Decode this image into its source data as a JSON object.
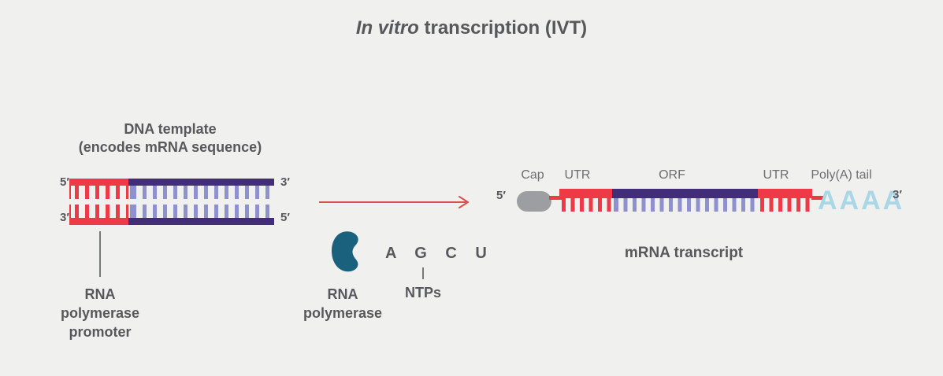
{
  "title": {
    "italic": "In vitro",
    "rest": " transcription (IVT)"
  },
  "dna": {
    "label": "DNA template\n(encodes mRNA sequence)",
    "top_left_end": "5′",
    "top_right_end": "3′",
    "bottom_left_end": "3′",
    "bottom_right_end": "5′",
    "promoter_label": "RNA\npolymerase\npromoter"
  },
  "reaction": {
    "polymerase_label": "RNA\npolymerase",
    "ntp_letters": "A G C U",
    "ntp_label": "NTPs"
  },
  "mrna": {
    "five_prime": "5′",
    "three_prime": "3′",
    "cap_label": "Cap",
    "utr5_label": "UTR",
    "orf_label": "ORF",
    "utr3_label": "UTR",
    "polya_label": "Poly(A) tail",
    "polya_letters": "AAAA",
    "transcript_label": "mRNA transcript"
  },
  "colors": {
    "bg": "#f0f0ef",
    "darktext": "#57585b",
    "midtext": "#6d6e71",
    "red": "#ee3946",
    "arrowred": "#d8514f",
    "purple": "#422d78",
    "lavender": "#8e91cd",
    "teal": "#1a617e",
    "capgray": "#9c9ea1",
    "lightblue": "#a9d7e5"
  }
}
